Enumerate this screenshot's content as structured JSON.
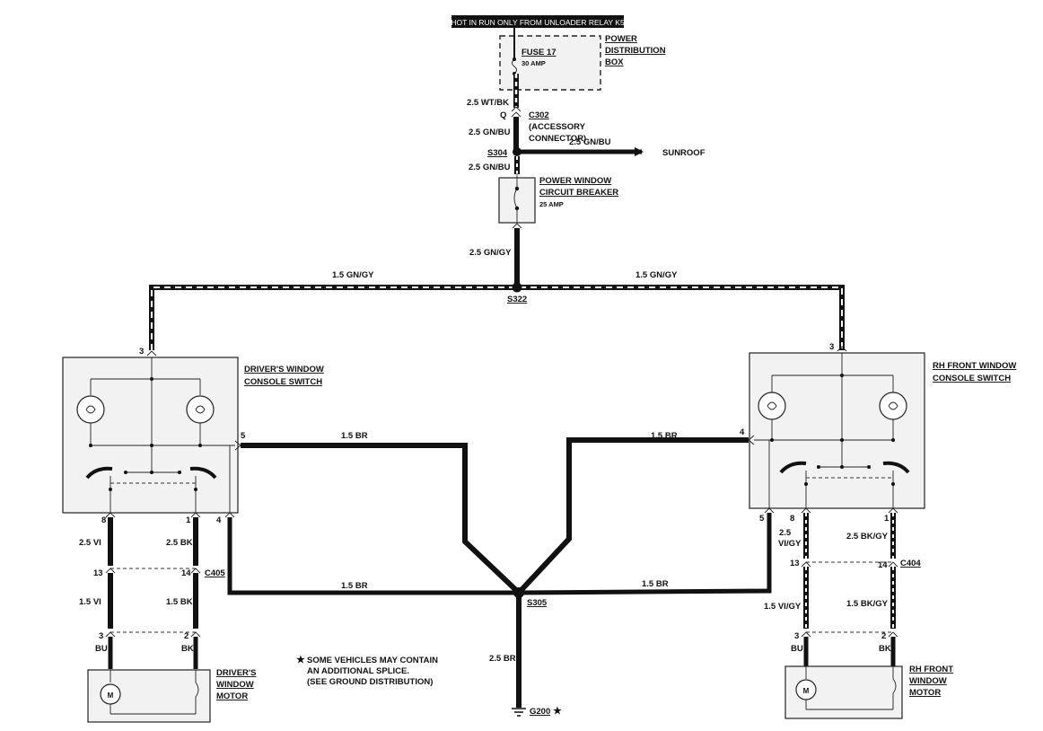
{
  "header": {
    "hot_label": "HOT IN RUN ONLY FROM UNLOADER RELAY K5"
  },
  "power_box": {
    "fuse_label": "FUSE 17",
    "fuse_rating": "30 AMP",
    "name_lines": [
      "POWER",
      "DISTRIBUTION",
      "BOX"
    ]
  },
  "wires": {
    "wt_bk": "2.5 WT/BK",
    "gn_bu_upper": "2.5 GN/BU",
    "gn_bu_sunroof": "2.5 GN/BU",
    "gn_bu_lower": "2.5 GN/BU",
    "gn_gy_25": "2.5 GN/GY",
    "gn_gy_left": "1.5 GN/GY",
    "gn_gy_right": "1.5 GN/GY",
    "br_left_top": "1.5 BR",
    "br_right_top": "1.5 BR",
    "br_left_bottom": "1.5 BR",
    "br_right_bottom": "1.5 BR",
    "br_ground": "2.5 BR",
    "vi_25": "2.5 VI",
    "bk_25": "2.5 BK",
    "vi_15": "1.5 VI",
    "bk_15": "1.5 BK",
    "vigy_25_a": "2.5",
    "vigy_25_b": "VI/GY",
    "bkgy_25": "2.5 BK/GY",
    "vigy_15": "1.5 VI/GY",
    "bkgy_15": "1.5 BK/GY"
  },
  "connectors": {
    "c302_pin": "Q",
    "c302": "C302",
    "c302_desc_1": "(ACCESSORY",
    "c302_desc_2": "CONNECTOR)",
    "c405": "C405",
    "c404": "C404"
  },
  "splices": {
    "s304": "S304",
    "s322": "S322",
    "s305": "S305"
  },
  "sunroof": "SUNROOF",
  "breaker": {
    "name_1": "POWER WINDOW",
    "name_2": "CIRCUIT BREAKER",
    "rating": "25 AMP"
  },
  "driver_switch": {
    "name_1": "DRIVER'S WINDOW",
    "name_2": "CONSOLE SWITCH",
    "pin_top": "3",
    "pin_right": "5",
    "pin_8": "8",
    "pin_1": "1",
    "pin_4": "4"
  },
  "rh_switch": {
    "name_1": "RH FRONT WINDOW",
    "name_2": "CONSOLE SWITCH",
    "pin_top": "3",
    "pin_left": "4",
    "pin_5": "5",
    "pin_8": "8",
    "pin_1": "1"
  },
  "driver_pins": {
    "p13": "13",
    "p14": "14",
    "p3": "3",
    "p2": "2",
    "bu": "BU",
    "bk": "BK"
  },
  "rh_pins": {
    "p13": "13",
    "p14": "14",
    "p3": "3",
    "p2": "2",
    "bu": "BU",
    "bk": "BK"
  },
  "driver_motor": {
    "name_1": "DRIVER'S",
    "name_2": "WINDOW",
    "name_3": "MOTOR",
    "symbol": "M"
  },
  "rh_motor": {
    "name_1": "RH FRONT",
    "name_2": "WINDOW",
    "name_3": "MOTOR",
    "symbol": "M"
  },
  "note": {
    "star": "★",
    "line_1": "SOME VEHICLES MAY CONTAIN",
    "line_2": "AN ADDITIONAL SPLICE.",
    "line_3": "(SEE GROUND DISTRIBUTION)"
  },
  "ground": {
    "label": "G200",
    "star": "★"
  }
}
